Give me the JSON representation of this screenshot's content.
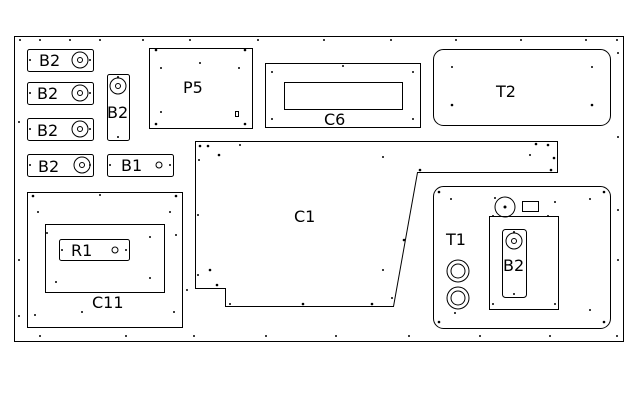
{
  "labels": {
    "b2_a": "B2",
    "b2_b": "B2",
    "b2_c": "B2",
    "b2_d": "B2",
    "b2_vertical": "B2",
    "b1": "B1",
    "p5": "P5",
    "c6": "C6",
    "t2": "T2",
    "c1": "C1",
    "r1": "R1",
    "c11": "C11",
    "t1": "T1",
    "b2_inner": "B2"
  },
  "colors": {
    "line": "#000000",
    "background": "#ffffff"
  }
}
